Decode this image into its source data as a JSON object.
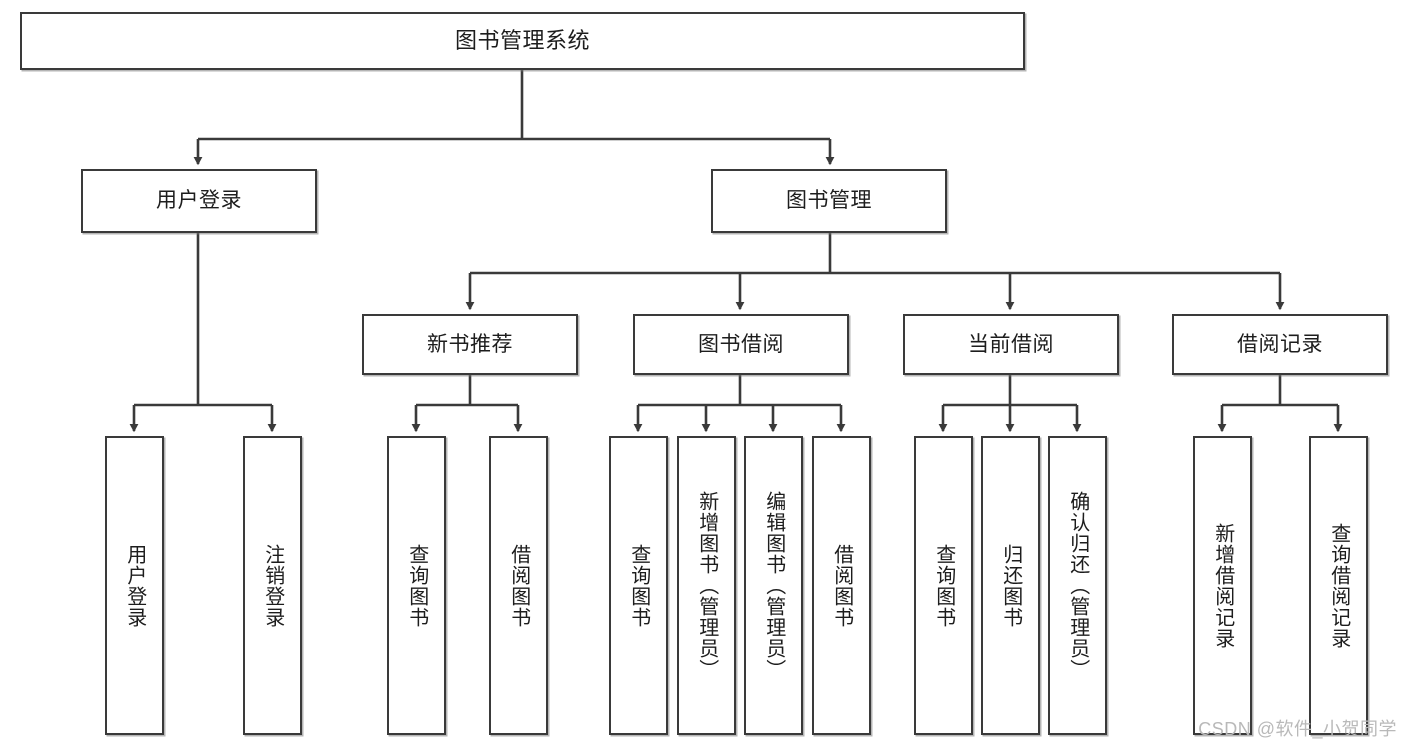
{
  "diagram": {
    "title": "图书管理系统",
    "type": "tree-hierarchy",
    "watermark": "CSDN @软件_小贺同学",
    "colors": {
      "box_border": "#3a3a3a",
      "box_fill": "#ffffff",
      "edge": "#3a3a3a",
      "text": "#1d1d1d",
      "watermark": "#b9b9b9"
    },
    "root": {
      "label": "图书管理系统"
    },
    "level1": [
      {
        "label": "用户登录"
      },
      {
        "label": "图书管理"
      }
    ],
    "level2": [
      {
        "label": "新书推荐"
      },
      {
        "label": "图书借阅"
      },
      {
        "label": "当前借阅"
      },
      {
        "label": "借阅记录"
      }
    ],
    "leaves": {
      "user_login": [
        {
          "label": "用户登录"
        },
        {
          "label": "注销登录"
        }
      ],
      "new_book_recommend": [
        {
          "label": "查询图书"
        },
        {
          "label": "借阅图书"
        }
      ],
      "book_borrow": [
        {
          "label": "查询图书"
        },
        {
          "label": "新增图书（管理员）"
        },
        {
          "label": "编辑图书（管理员）"
        },
        {
          "label": "借阅图书"
        }
      ],
      "current_borrow": [
        {
          "label": "查询图书"
        },
        {
          "label": "归还图书"
        },
        {
          "label": "确认归还（管理员）"
        }
      ],
      "borrow_record": [
        {
          "label": "新增借阅记录"
        },
        {
          "label": "查询借阅记录"
        }
      ]
    }
  }
}
